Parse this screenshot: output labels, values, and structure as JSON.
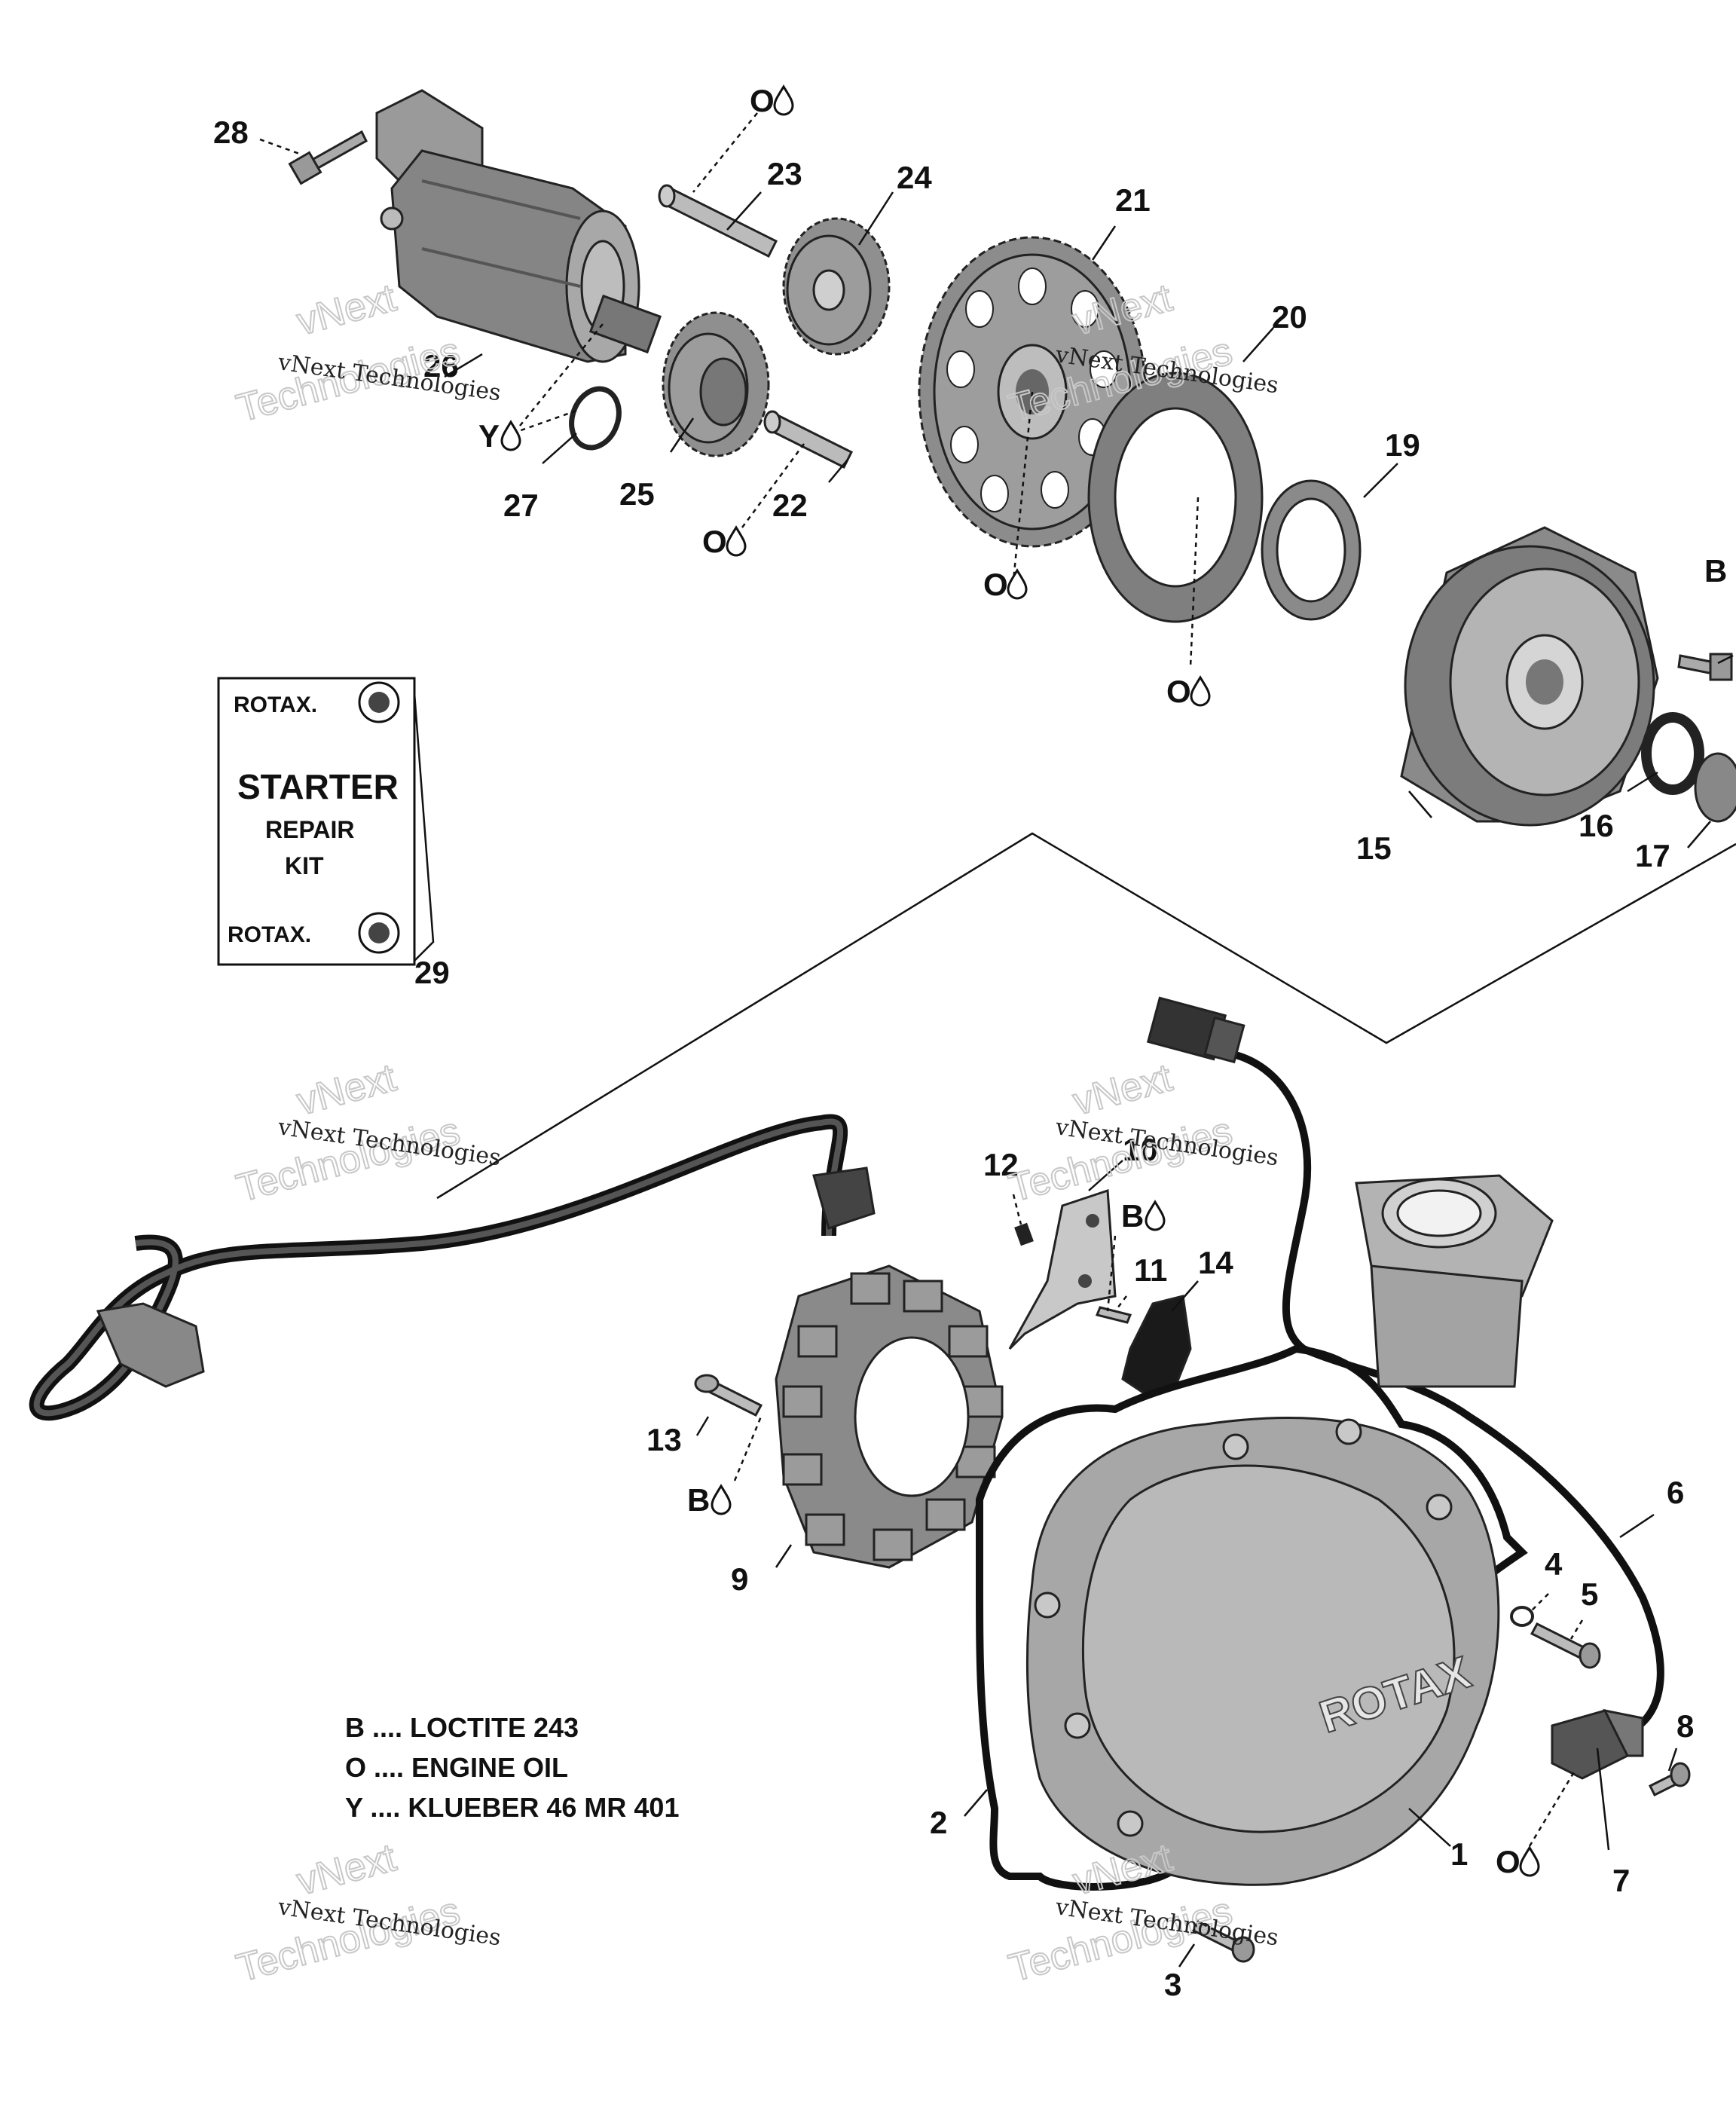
{
  "callouts": {
    "c1": "1",
    "c2": "2",
    "c3": "3",
    "c4": "4",
    "c5": "5",
    "c6": "6",
    "c7": "7",
    "c8": "8",
    "c9": "9",
    "c10": "10",
    "c11": "11",
    "c12": "12",
    "c13": "13",
    "c14": "14",
    "c15": "15",
    "c16": "16",
    "c17": "17",
    "c19": "19",
    "c20": "20",
    "c21": "21",
    "c22": "22",
    "c23": "23",
    "c24": "24",
    "c25": "25",
    "c26": "26",
    "c27": "27",
    "c28": "28",
    "c29": "29"
  },
  "symbols": {
    "oil": "O",
    "loctite": "B",
    "klueber": "Y",
    "drop": "💧"
  },
  "kit": {
    "brand_top": "ROTAX.",
    "line1": "STARTER",
    "line2": "REPAIR",
    "line3": "KIT",
    "brand_bottom": "ROTAX."
  },
  "legend": {
    "line_b": "B .... LOCTITE 243",
    "line_o": "O .... ENGINE OIL",
    "line_y": "Y .... KLUEBER 46 MR 401"
  },
  "watermark": {
    "small": "vNext Technologies",
    "big1": "vNext",
    "big2": "Technologies"
  },
  "cover_brand": "ROTAX"
}
